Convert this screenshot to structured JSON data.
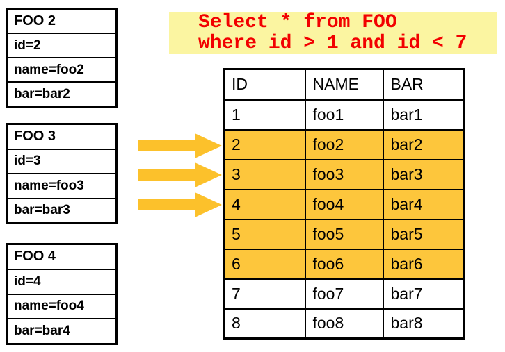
{
  "colors": {
    "highlight": "#fdc63c",
    "arrow": "#fcc12b",
    "query-bg": "#fbf5a1",
    "query-fg": "#f20000",
    "border": "#000000"
  },
  "query": {
    "line1": "Select * from FOO",
    "line2": "where id > 1 and id < 7"
  },
  "record_boxes": [
    {
      "title": "FOO 2",
      "fields": [
        "id=2",
        "name=foo2",
        "bar=bar2"
      ]
    },
    {
      "title": "FOO 3",
      "fields": [
        "id=3",
        "name=foo3",
        "bar=bar3"
      ]
    },
    {
      "title": "FOO 4",
      "fields": [
        "id=4",
        "name=foo4",
        "bar=bar4"
      ]
    }
  ],
  "arrows": {
    "count": 3,
    "direction": "right"
  },
  "table": {
    "headers": [
      "ID",
      "NAME",
      "BAR"
    ],
    "rows": [
      {
        "id": "1",
        "name": "foo1",
        "bar": "bar1",
        "highlighted": false
      },
      {
        "id": "2",
        "name": "foo2",
        "bar": "bar2",
        "highlighted": true
      },
      {
        "id": "3",
        "name": "foo3",
        "bar": "bar3",
        "highlighted": true
      },
      {
        "id": "4",
        "name": "foo4",
        "bar": "bar4",
        "highlighted": true
      },
      {
        "id": "5",
        "name": "foo5",
        "bar": "bar5",
        "highlighted": true
      },
      {
        "id": "6",
        "name": "foo6",
        "bar": "bar6",
        "highlighted": true
      },
      {
        "id": "7",
        "name": "foo7",
        "bar": "bar7",
        "highlighted": false
      },
      {
        "id": "8",
        "name": "foo8",
        "bar": "bar8",
        "highlighted": false
      }
    ]
  }
}
